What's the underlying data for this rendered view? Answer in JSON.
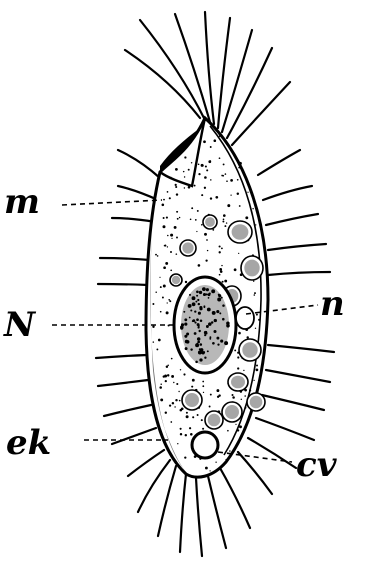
{
  "figure": {
    "background": "#ffffff",
    "ink": "#000000",
    "labels": {
      "m": "m",
      "N": "N",
      "n": "n",
      "ek": "ek",
      "cv": "cv"
    }
  }
}
